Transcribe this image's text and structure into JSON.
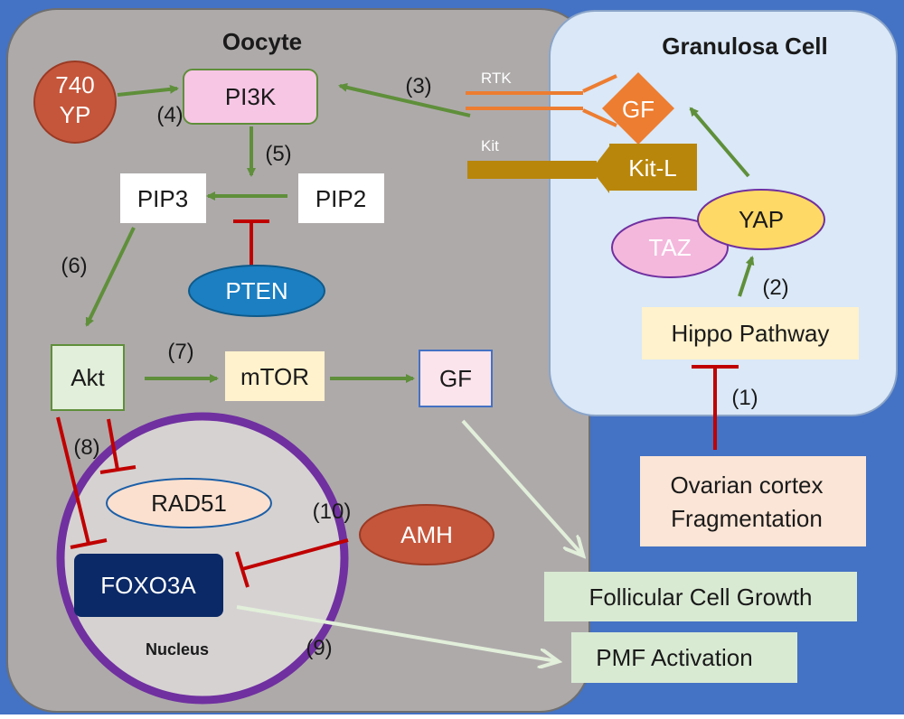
{
  "oocyte": {
    "title": "Oocyte"
  },
  "granulosa": {
    "title": "Granulosa Cell"
  },
  "nodes": {
    "yp740_line1": "740",
    "yp740_line2": "YP",
    "pi3k": "PI3K",
    "pip3": "PIP3",
    "pip2": "PIP2",
    "pten": "PTEN",
    "akt": "Akt",
    "mtor": "mTOR",
    "gf_oocyte": "GF",
    "rad51": "RAD51",
    "foxo3a": "FOXO3A",
    "nucleus": "Nucleus",
    "amh": "AMH",
    "rtk": "RTK",
    "kit": "Kit",
    "gf_granulosa": "GF",
    "kitl": "Kit-L",
    "taz": "TAZ",
    "yap": "YAP",
    "hippo": "Hippo Pathway",
    "ovarian_line1": "Ovarian cortex",
    "ovarian_line2": "Fragmentation",
    "follicular": "Follicular Cell Growth",
    "pmf": "PMF Activation"
  },
  "steps": {
    "s1": "(1)",
    "s2": "(2)",
    "s3": "(3)",
    "s4": "(4)",
    "s5": "(5)",
    "s6": "(6)",
    "s7": "(7)",
    "s8": "(8)",
    "s9": "(9)",
    "s10": "(10)"
  },
  "colors": {
    "background": "#4472c4",
    "oocyte": "#aeaaaa",
    "granulosa": "#dae8f7",
    "activate": "#5f8f3a",
    "inhibit": "#c00000",
    "outcome_arrow": "#e2efda",
    "nucleus_ring": "#7030a0",
    "ellipse_red": "#c5563b",
    "pten_blue": "#1b7fc2",
    "gf_orange": "#ed7d31",
    "kit_gold": "#b8860b",
    "yap_yellow": "#ffd966",
    "taz_pink": "#f4b8dd"
  }
}
